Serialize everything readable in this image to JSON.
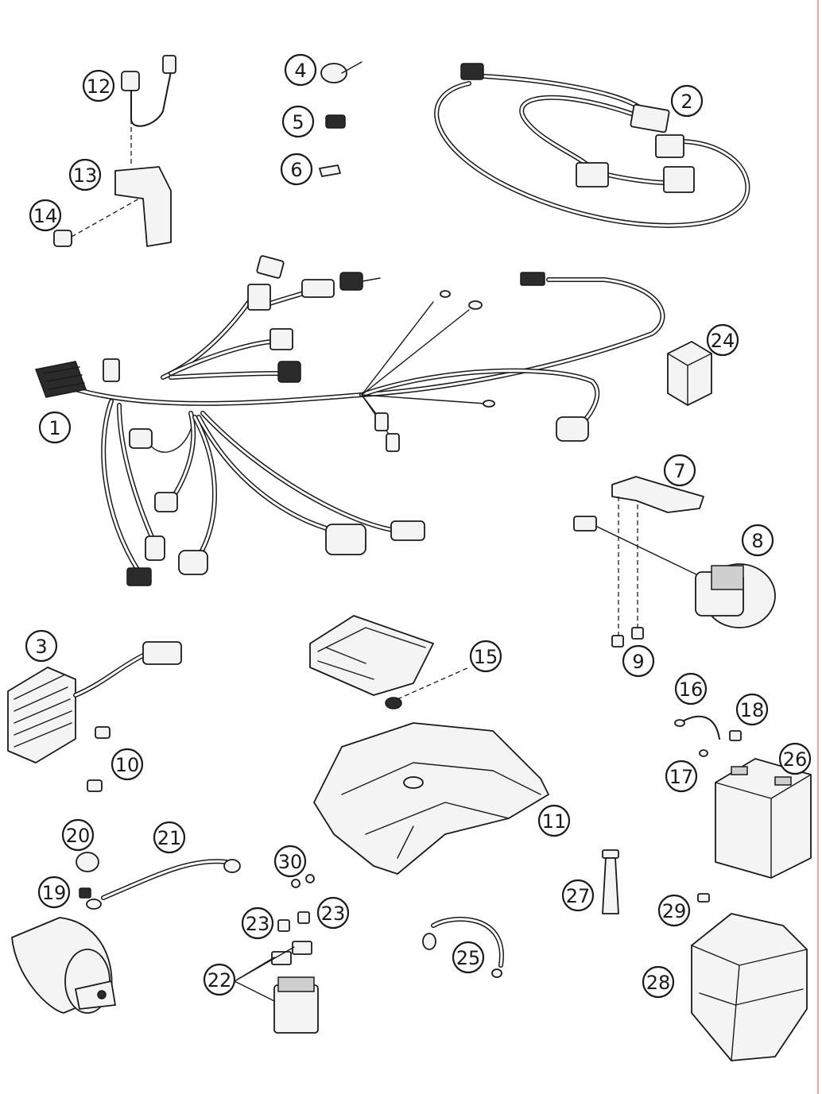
{
  "callouts": [
    {
      "label": "1"
    },
    {
      "label": "2"
    },
    {
      "label": "3"
    },
    {
      "label": "4"
    },
    {
      "label": "5"
    },
    {
      "label": "6"
    },
    {
      "label": "7"
    },
    {
      "label": "8"
    },
    {
      "label": "9"
    },
    {
      "label": "10"
    },
    {
      "label": "11"
    },
    {
      "label": "12"
    },
    {
      "label": "13"
    },
    {
      "label": "14"
    },
    {
      "label": "15"
    },
    {
      "label": "16"
    },
    {
      "label": "17"
    },
    {
      "label": "18"
    },
    {
      "label": "19"
    },
    {
      "label": "20"
    },
    {
      "label": "21"
    },
    {
      "label": "22"
    },
    {
      "label": "23"
    },
    {
      "label": "23"
    },
    {
      "label": "24"
    },
    {
      "label": "25"
    },
    {
      "label": "26"
    },
    {
      "label": "27"
    },
    {
      "label": "28"
    },
    {
      "label": "29"
    },
    {
      "label": "30"
    }
  ]
}
